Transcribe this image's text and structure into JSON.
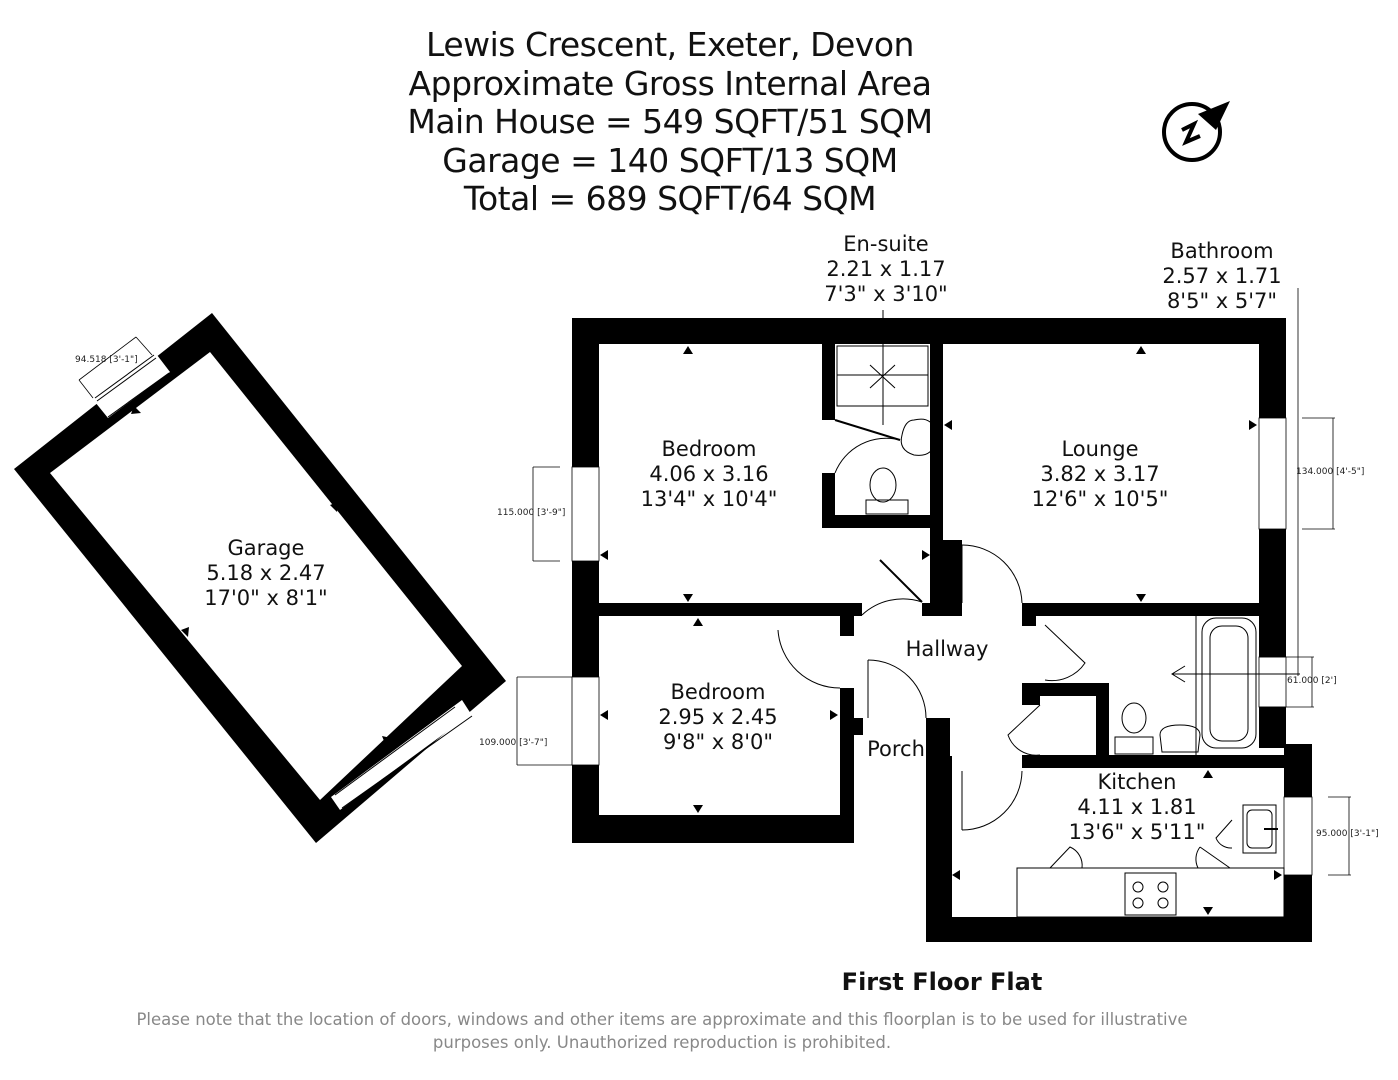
{
  "header": {
    "address": "Lewis Crescent, Exeter, Devon",
    "subtitle": "Approximate Gross Internal Area",
    "main_house": "Main House = 549 SQFT/51 SQM",
    "garage": "Garage = 140 SQFT/13 SQM",
    "total": "Total = 689 SQFT/64 SQM"
  },
  "compass": {
    "icon": "north-arrow-icon",
    "letter": "N"
  },
  "rooms": {
    "garage": {
      "name": "Garage",
      "metric": "5.18 x 2.47",
      "imperial": "17'0\" x 8'1\""
    },
    "bedroom1": {
      "name": "Bedroom",
      "metric": "4.06 x 3.16",
      "imperial": "13'4\" x 10'4\""
    },
    "ensuite": {
      "name": "En-suite",
      "metric": "2.21 x 1.17",
      "imperial": "7'3\" x 3'10\""
    },
    "lounge": {
      "name": "Lounge",
      "metric": "3.82 x 3.17",
      "imperial": "12'6\" x 10'5\""
    },
    "bathroom": {
      "name": "Bathroom",
      "metric": "2.57 x 1.71",
      "imperial": "8'5\" x 5'7\""
    },
    "bedroom2": {
      "name": "Bedroom",
      "metric": "2.95 x 2.45",
      "imperial": "9'8\" x 8'0\""
    },
    "hallway": {
      "name": "Hallway"
    },
    "porch": {
      "name": "Porch"
    },
    "kitchen": {
      "name": "Kitchen",
      "metric": "4.11 x 1.81",
      "imperial": "13'6\" x 5'11\""
    }
  },
  "dimensions": {
    "garage_window": "94.518 [3'-1\"]",
    "bedroom1_window": "115.000 [3'-9\"]",
    "bedroom2_window": "109.000 [3'-7\"]",
    "lounge_window": "134.000 [4'-5\"]",
    "bathroom_window": "61.000 [2']",
    "kitchen_window": "95.000 [3'-1\"]"
  },
  "footer": {
    "floor_title": "First Floor Flat",
    "disclaimer": "Please note that the location of doors, windows and other items are approximate and this floorplan is to be used for illustrative purposes only. Unauthorized reproduction is prohibited."
  }
}
